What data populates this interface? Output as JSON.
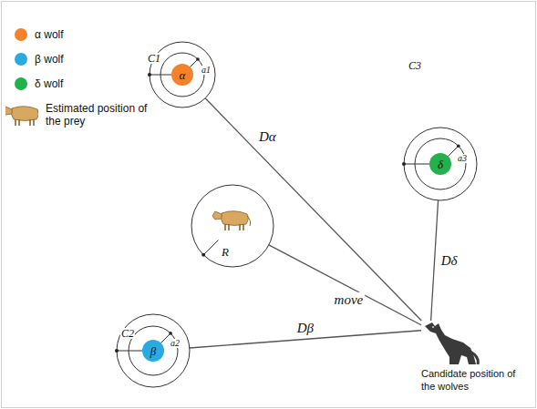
{
  "diagram": {
    "nodes": [
      {
        "text": [
          "α"
        ]
      },
      {
        "text": [
          "δ"
        ]
      },
      {
        "text": [
          "R"
        ]
      },
      {
        "text": [
          "β"
        ]
      },
      {
        "text": [
          "Candidate position of the wolves"
        ]
      }
    ],
    "edges": [
      {
        "from": 0,
        "to": 4,
        "label": "Dα",
        "arrow": "none"
      },
      {
        "from": 1,
        "to": 4,
        "label": "Dδ",
        "arrow": "none"
      },
      {
        "from": 3,
        "to": 4,
        "label": "Dβ",
        "arrow": "none"
      },
      {
        "from": 4,
        "to": 2,
        "label": "move",
        "arrow": "none"
      }
    ],
    "labels": [
      "C1",
      "a1",
      "C3",
      "a3",
      "C2",
      "a2"
    ],
    "legend": [
      {
        "text": "α wolf",
        "color": "#f5822a"
      },
      {
        "text": "β wolf",
        "color": "#29abe2"
      },
      {
        "text": "δ wolf",
        "color": "#22b14c"
      },
      {
        "text": "Estimated position of the prey"
      }
    ]
  }
}
